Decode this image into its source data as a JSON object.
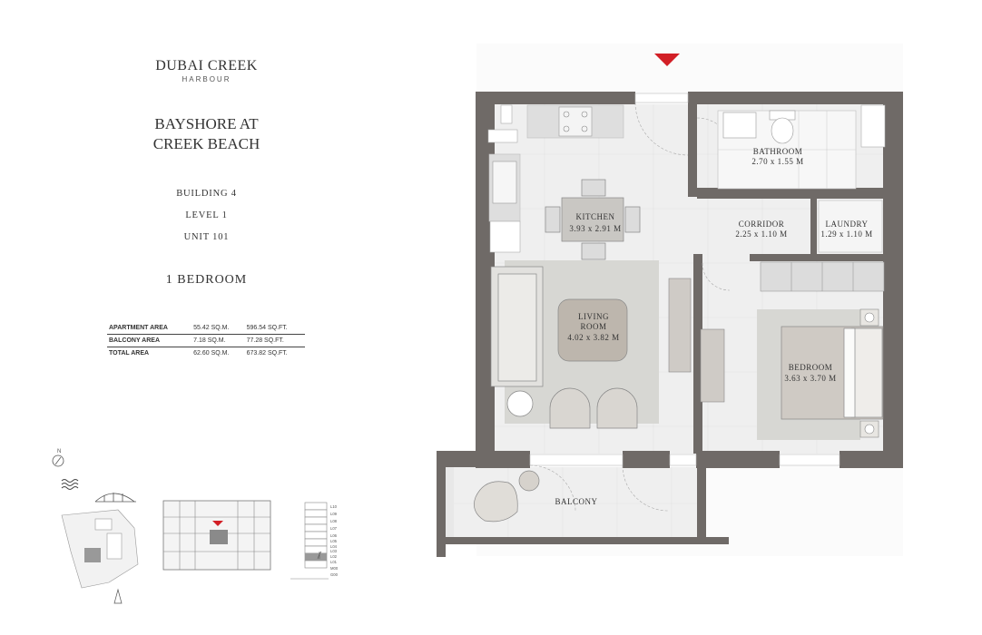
{
  "brand": {
    "name": "DUBAI CREEK",
    "sub": "HARBOUR"
  },
  "project": {
    "line1": "BAYSHORE AT",
    "line2": "CREEK BEACH"
  },
  "building": "BUILDING 4",
  "level": "LEVEL 1",
  "unit": "UNIT 101",
  "bedrooms": "1 BEDROOM",
  "areas": [
    {
      "label": "APARTMENT AREA",
      "sqm": "55.42 SQ.M.",
      "sqft": "596.54 SQ.FT."
    },
    {
      "label": "BALCONY AREA",
      "sqm": "7.18 SQ.M.",
      "sqft": "77.28 SQ.FT."
    },
    {
      "label": "TOTAL AREA",
      "sqm": "62.60 SQ.M.",
      "sqft": "673.82 SQ.FT."
    }
  ],
  "rooms": {
    "bathroom": {
      "name": "BATHROOM",
      "dims": "2.70 x 1.55 M"
    },
    "kitchen": {
      "name": "KITCHEN",
      "dims": "3.93 x 2.91 M"
    },
    "corridor": {
      "name": "CORRIDOR",
      "dims": "2.25 x 1.10 M"
    },
    "laundry": {
      "name": "LAUNDRY",
      "dims": "1.29 x 1.10 M"
    },
    "living": {
      "name1": "LIVING",
      "name2": "ROOM",
      "dims": "4.02 x 3.82 M"
    },
    "bedroom": {
      "name": "BEDROOM",
      "dims": "3.63 x 3.70 M"
    },
    "balcony": {
      "name": "BALCONY"
    }
  },
  "compass": "N",
  "levels": [
    "L10",
    "L09",
    "L08",
    "L07",
    "L06",
    "L05",
    "L04",
    "L03",
    "L02",
    "L01",
    "M00",
    "G00"
  ],
  "colors": {
    "wall": "#6f6a67",
    "floor": "#efefef",
    "accent": "#d21f26",
    "rug": "#d7d7d3"
  }
}
